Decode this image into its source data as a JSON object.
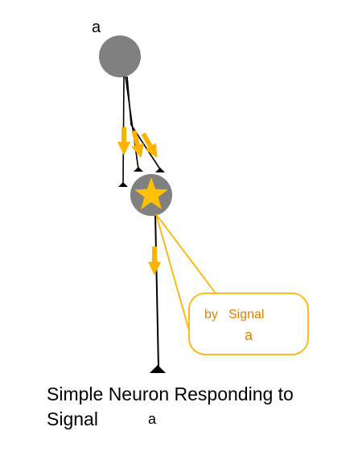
{
  "colors": {
    "neuron_fill": "#808080",
    "accent": "#FFB300",
    "callout_text": "#E08000",
    "line": "#000000",
    "star": "#FFC000"
  },
  "diagram": {
    "source_label": "a",
    "callout": {
      "by": "by",
      "signal": "Signal",
      "subscript": "a"
    },
    "caption": {
      "line1": "Simple Neuron Responding to",
      "line2": "Signal",
      "subscript": "a"
    },
    "corner_mark": "·"
  },
  "icons": {
    "source_neuron": "circle",
    "target_neuron": "circle-with-star",
    "signal_arrow": "down-arrow",
    "synapse": "triangle"
  }
}
